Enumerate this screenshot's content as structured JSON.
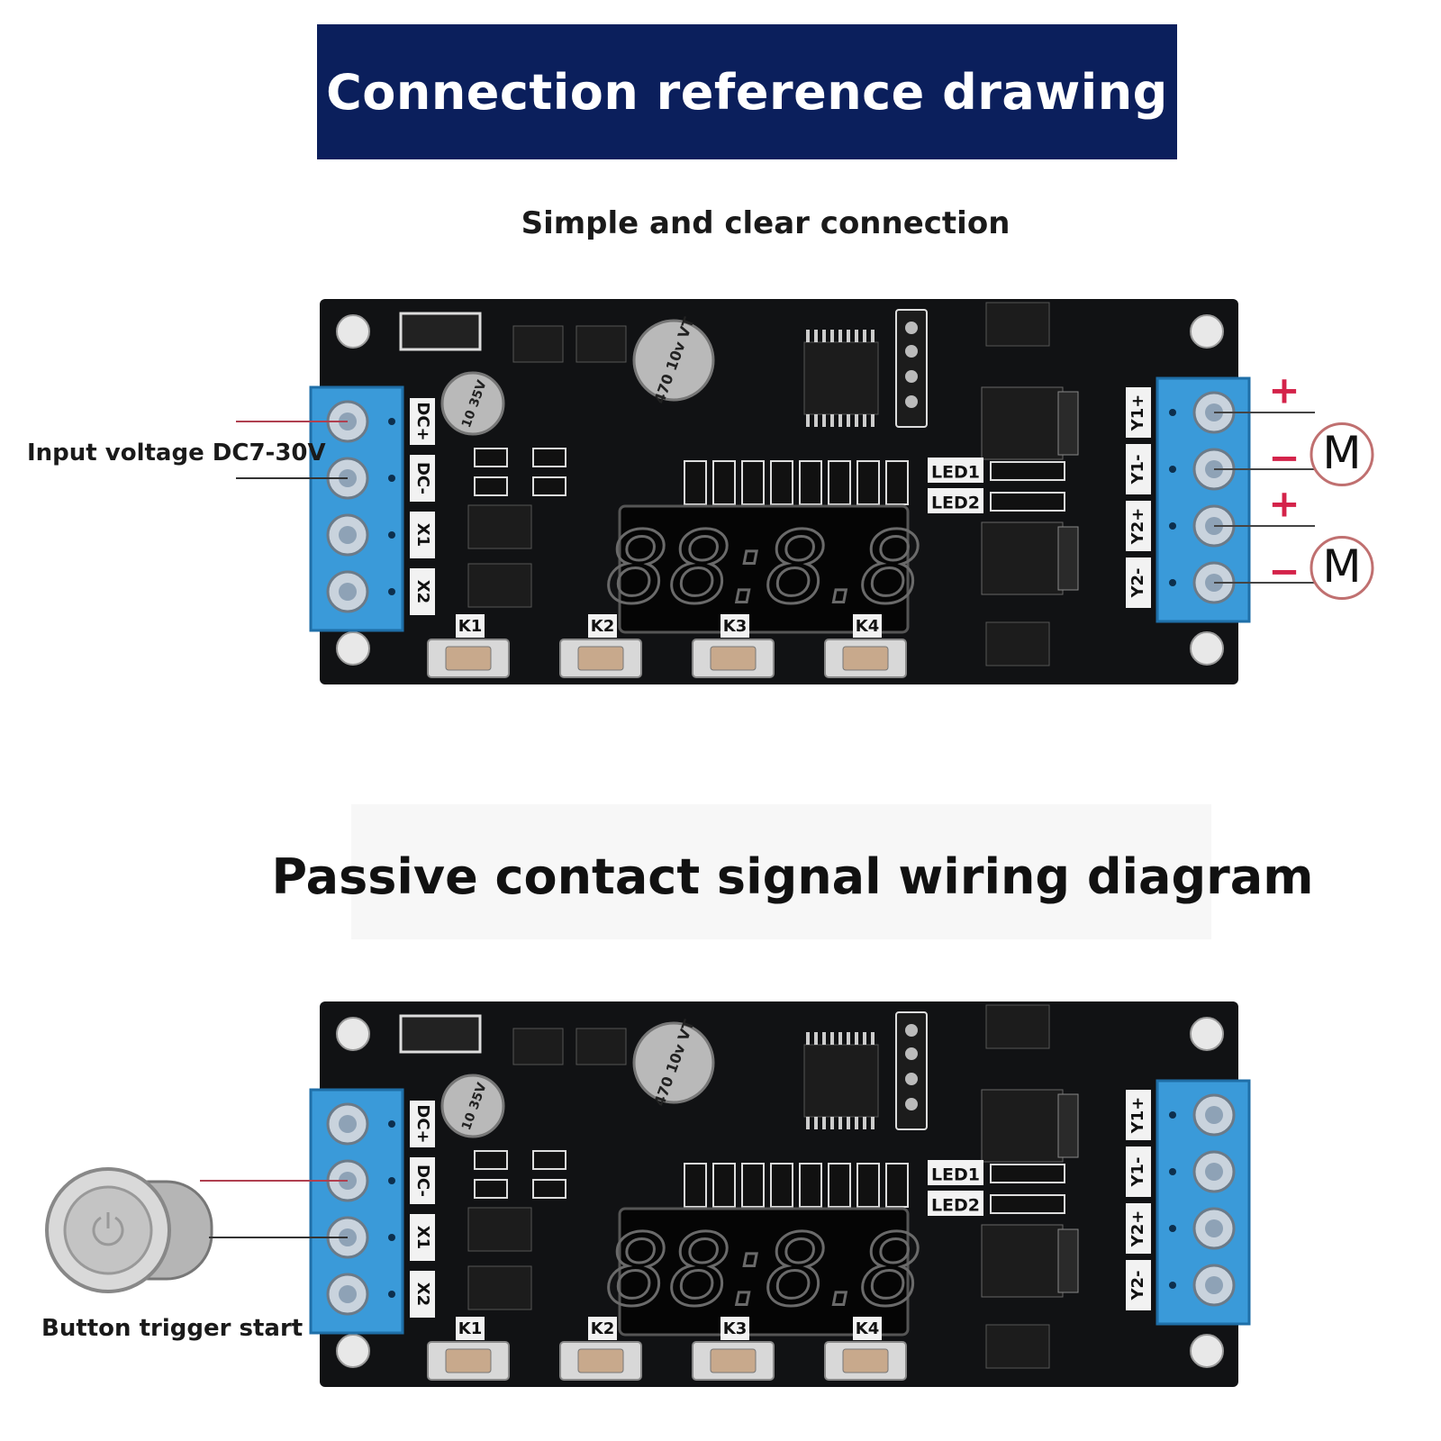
{
  "header": {
    "title": "Connection reference drawing",
    "subtitle": "Simple and clear connection"
  },
  "section2": {
    "title": "Passive contact signal wiring diagram"
  },
  "board": {
    "left_terminals": [
      "DC+",
      "DC-",
      "X1",
      "X2"
    ],
    "right_terminals": [
      "Y1+",
      "Y1-",
      "Y2+",
      "Y2-"
    ],
    "buttons": [
      "K1",
      "K2",
      "K3",
      "K4"
    ],
    "led_labels": [
      "LED1",
      "LED2"
    ],
    "display": "88:8.8",
    "capacitor_small": "10 35V",
    "capacitor_large": "470 10v VT"
  },
  "diagram1": {
    "input_label": "Input voltage DC7-30V",
    "motor_label": "M",
    "plus": "+",
    "minus": "−"
  },
  "diagram2": {
    "button_label": "Button trigger start"
  },
  "colors": {
    "banner": "#0b1f5c",
    "pcb": "#111214",
    "terminal": "#3a9ad9",
    "polarity": "#d4234a"
  }
}
